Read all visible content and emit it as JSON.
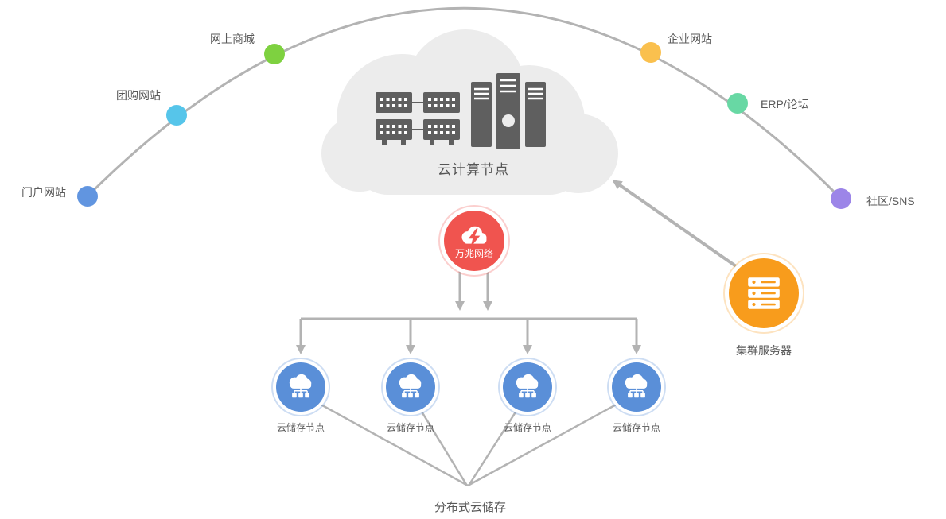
{
  "line_color": "#b3b3b3",
  "text_color": "#595959",
  "arc_nodes": [
    {
      "label": "门户网站",
      "color": "#6195e0"
    },
    {
      "label": "团购网站",
      "color": "#56c5ea"
    },
    {
      "label": "网上商城",
      "color": "#7ed140"
    },
    {
      "label": "企业网站",
      "color": "#fac04e"
    },
    {
      "label": "ERP/论坛",
      "color": "#68d8a4"
    },
    {
      "label": "社区/SNS",
      "color": "#9c85e8"
    }
  ],
  "cloud_node": {
    "label": "云计算节点"
  },
  "network_node": {
    "label": "万兆网络",
    "color": "#f0544f"
  },
  "storage": {
    "color": "#5a8fd8",
    "nodes": [
      {
        "label": "云储存节点"
      },
      {
        "label": "云储存节点"
      },
      {
        "label": "云储存节点"
      },
      {
        "label": "云储存节点"
      }
    ],
    "group_label": "分布式云储存"
  },
  "cluster_node": {
    "label": "集群服务器",
    "color": "#f89c1c"
  }
}
